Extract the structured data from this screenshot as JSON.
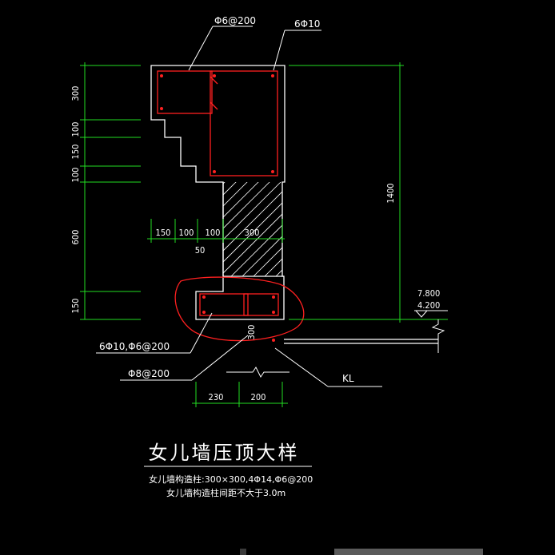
{
  "drawing": {
    "title": "女儿墙压顶大样",
    "notes": [
      "女儿墙构造柱:300×300,4Φ14,Φ6@200",
      "女儿墙构造柱间距不大于3.0m"
    ],
    "callouts": {
      "stirrup_top": "Φ6@200",
      "rebar_top": "6Φ10",
      "beam_rebar": "6Φ10,Φ6@200",
      "slab_rebar": "Φ8@200",
      "kl": "KL"
    },
    "left_dims": [
      "300",
      "100",
      "150",
      "100",
      "600",
      "150"
    ],
    "mid_dims": [
      "150",
      "100",
      "100",
      "300"
    ],
    "mid_dim_below": "50",
    "right_dim": "1400",
    "bottom_dims": [
      "230",
      "200"
    ],
    "vertical_small": "300",
    "elevations": [
      "7.800",
      "4.200"
    ],
    "colors": {
      "background": "#000000",
      "outline": "#ffffff",
      "dimension": "#22dd22",
      "rebar": "#ff2020",
      "highlight": "#ff2020"
    }
  }
}
